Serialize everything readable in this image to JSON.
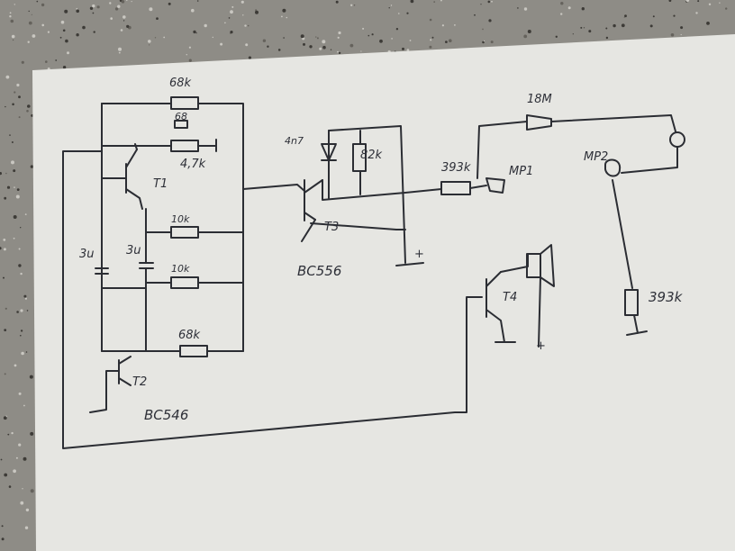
{
  "labels": {
    "r_top": "68k",
    "r_small_top": "68",
    "r_47": "4,7k",
    "t1": "T1",
    "r_10k_a": "10k",
    "r_10k_b": "10k",
    "c1": "3u",
    "c2": "3u",
    "r_68_bottom": "68k",
    "t2": "T2",
    "bc546": "BC546",
    "cap_4n7": "4n7",
    "r_82k": "82k",
    "t3": "T3",
    "bc556": "BC556",
    "plus_t3": "+",
    "r_393k_a": "393k",
    "mp_left": "MP1",
    "r_18m": "18M",
    "mp_right": "MP2",
    "t4": "T4",
    "plus_t4": "+",
    "r_393k_b": "393k"
  },
  "colors": {
    "paper": "#e8e8e4",
    "ink": "#2b2d33",
    "granite": "#8e8c86"
  }
}
